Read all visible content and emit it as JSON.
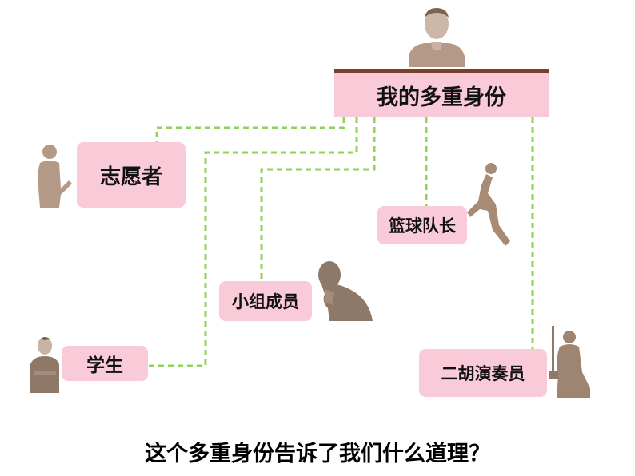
{
  "diagram": {
    "center_node": "我的多重身份",
    "roles": {
      "volunteer": "志愿者",
      "basketball_captain": "篮球队长",
      "group_member": "小组成员",
      "student": "学生",
      "erhu_player": "二胡演奏员"
    },
    "question": "这个多重身份告诉了我们什么道理？",
    "colors": {
      "box_fill": "#f9cbd9",
      "connector": "#8fd35a",
      "header_bar": "#7a3f2a",
      "silhouette": "#b49a86"
    },
    "icons": {
      "top": "person-portrait-icon",
      "volunteer": "volunteer-figure-icon",
      "student": "student-figure-icon",
      "group_member": "thinking-person-icon",
      "basketball_captain": "basketball-player-icon",
      "erhu_player": "erhu-player-icon"
    }
  }
}
